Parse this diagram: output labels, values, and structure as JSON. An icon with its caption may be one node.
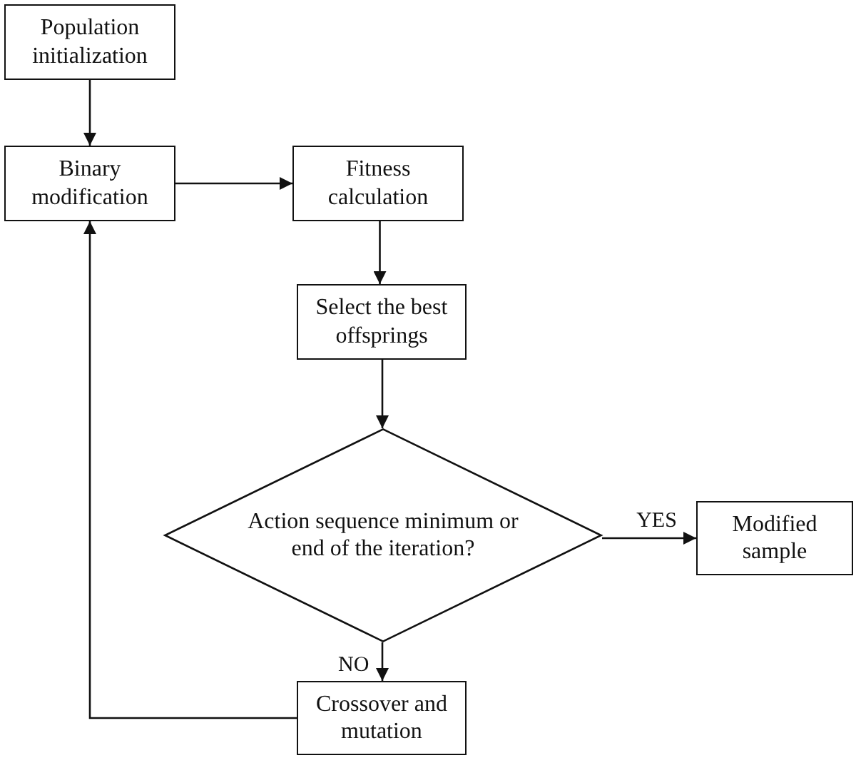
{
  "diagram": {
    "nodes": [
      {
        "text": [
          "Population initialization"
        ]
      },
      {
        "text": [
          "Binary modification"
        ]
      },
      {
        "text": [
          "Fitness calculation"
        ]
      },
      {
        "text": [
          "Select the best offsprings"
        ]
      },
      {
        "text": [
          "Action sequence minimum or end of the iteration?"
        ]
      },
      {
        "text": [
          "Modified sample"
        ]
      },
      {
        "text": [
          "Crossover and mutation"
        ]
      }
    ],
    "edges": [
      {
        "from": 0,
        "to": 1,
        "arrow": "to"
      },
      {
        "from": 1,
        "to": 2,
        "arrow": "to"
      },
      {
        "from": 2,
        "to": 3,
        "arrow": "to"
      },
      {
        "from": 3,
        "to": 4,
        "arrow": "to"
      },
      {
        "from": 4,
        "to": 5,
        "arrow": "to",
        "label": "YES"
      },
      {
        "from": 4,
        "to": 6,
        "arrow": "to",
        "label": "NO"
      },
      {
        "from": 6,
        "to": 1,
        "arrow": "to"
      }
    ]
  }
}
